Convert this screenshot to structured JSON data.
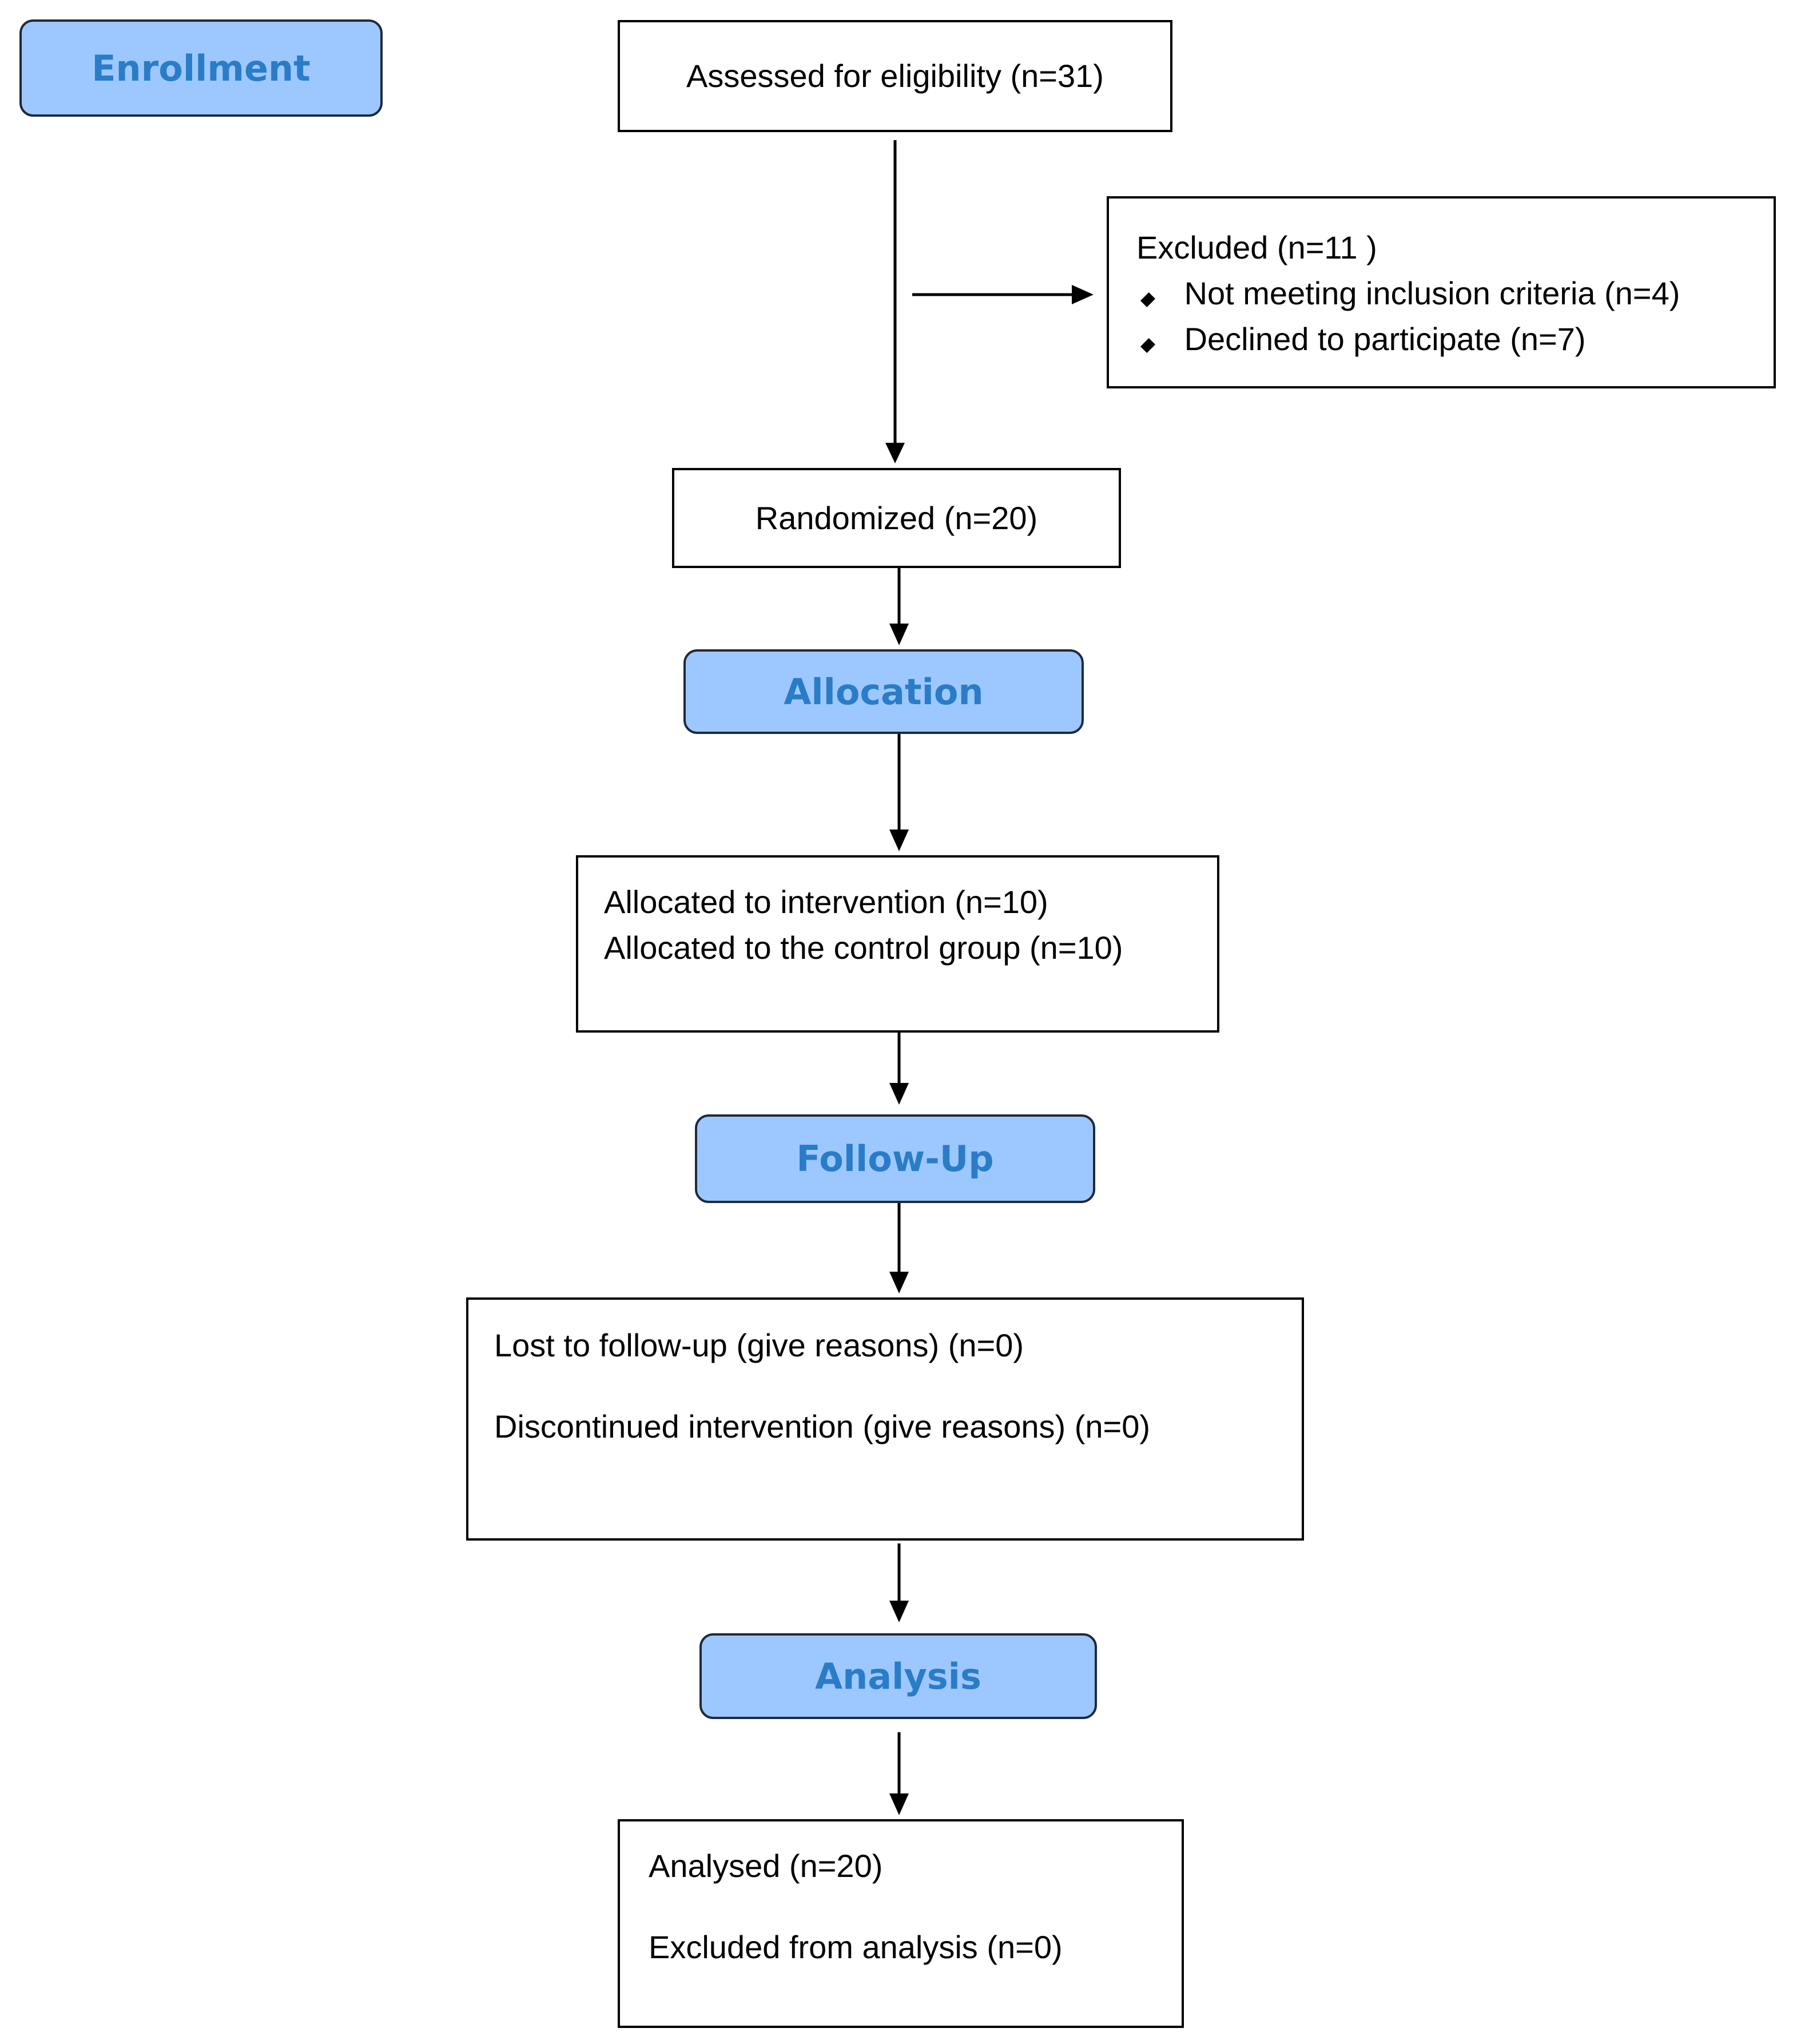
{
  "phases": {
    "enrollment": "Enrollment",
    "allocation": "Allocation",
    "follow_up": "Follow-Up",
    "analysis": "Analysis"
  },
  "boxes": {
    "assessed": "Assessed for eligibility (n=31)",
    "excluded": {
      "title": "Excluded  (n=11 )",
      "items": [
        "Not meeting inclusion criteria (n=4)",
        "Declined to participate (n=7)"
      ]
    },
    "randomized": "Randomized (n=20)",
    "allocated": {
      "lines": [
        "Allocated to intervention (n=10)",
        "Allocated to the control group (n=10)"
      ]
    },
    "follow_up": {
      "lines": [
        "Lost to follow-up (give reasons) (n=0)",
        "Discontinued intervention (give reasons) (n=0)"
      ]
    },
    "analysis": {
      "lines": [
        "Analysed  (n=20)",
        "Excluded from analysis  (n=0)"
      ]
    }
  },
  "colors": {
    "phase_fill": "#9dc8ff",
    "phase_text": "#2a7cc7",
    "line": "#000000"
  }
}
